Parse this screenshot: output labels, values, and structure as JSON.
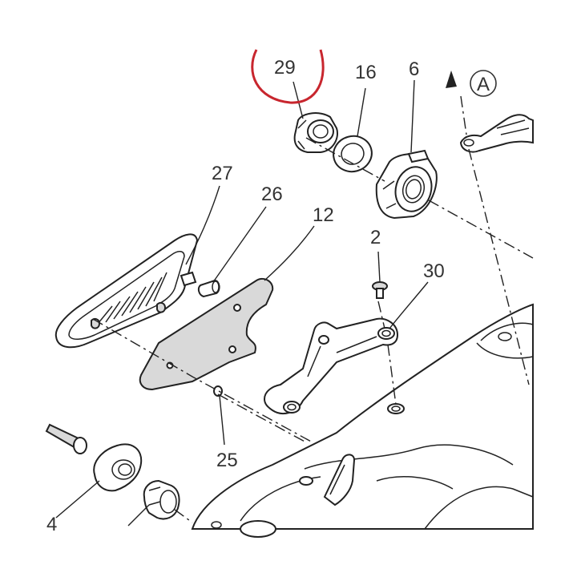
{
  "diagram": {
    "callouts": {
      "p29": "29",
      "p16": "16",
      "p6": "6",
      "pA": "A",
      "p27": "27",
      "p26": "26",
      "p12": "12",
      "p2": "2",
      "p30": "30",
      "p25": "25",
      "p4": "4"
    },
    "highlight_color": "#c8262e",
    "line_color": "#222222"
  }
}
